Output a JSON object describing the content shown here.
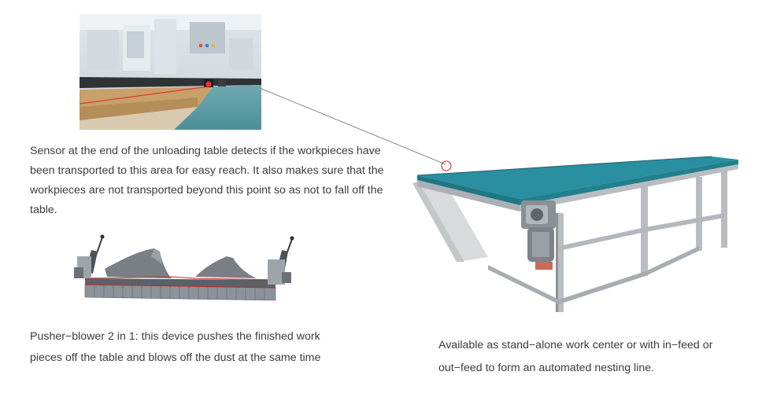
{
  "captions": {
    "sensor": "Sensor at the end of the unloading table detects if the workpieces have been transported to this area for easy reach. It also makes sure that the workpieces are not transported beyond this point so as not to fall off the table.",
    "pusher": "Pusher−blower 2 in 1: this device pushes the finished work pieces off the table and blows off the dust at the same time",
    "table": "Available as stand−alone work center or with in−feed or out−feed to form an automated nesting line."
  },
  "colors": {
    "belt": "#2a8fa0",
    "frame": "#b9bdc2",
    "sensor_beam": "#e02020",
    "text": "#3c3c3c"
  }
}
